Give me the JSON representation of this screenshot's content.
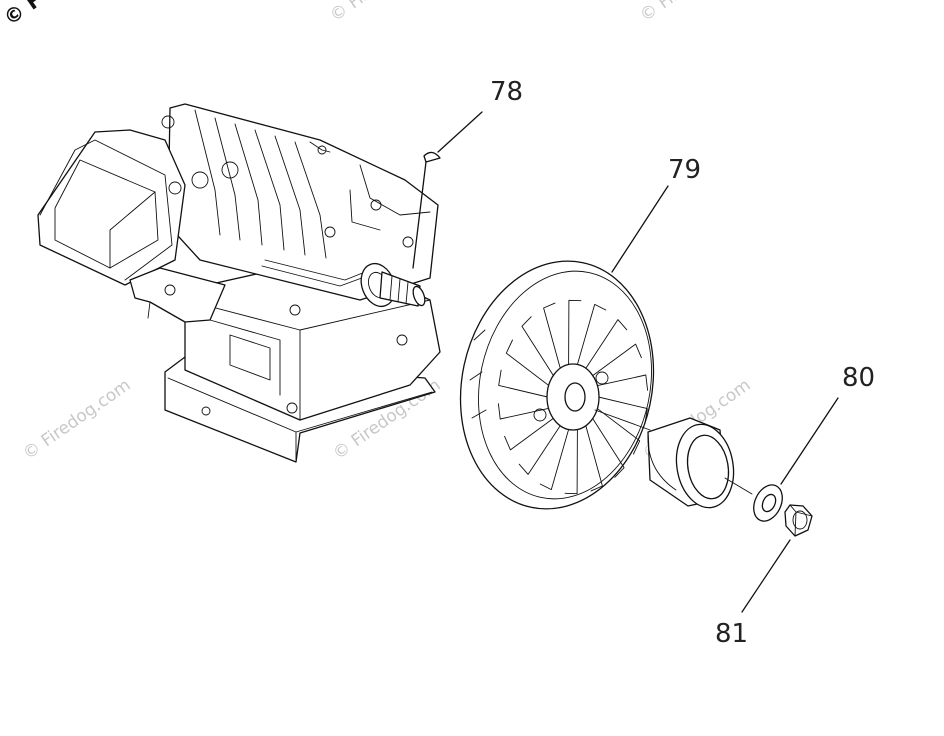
{
  "callouts": {
    "c78": "78",
    "c79": "79",
    "c80": "80",
    "c81": "81"
  },
  "watermark": {
    "text": "© Firedog.com",
    "corner_text": "© F"
  },
  "colors": {
    "line": "#111111",
    "watermark": "#c8c8c8",
    "background": "#ffffff"
  }
}
